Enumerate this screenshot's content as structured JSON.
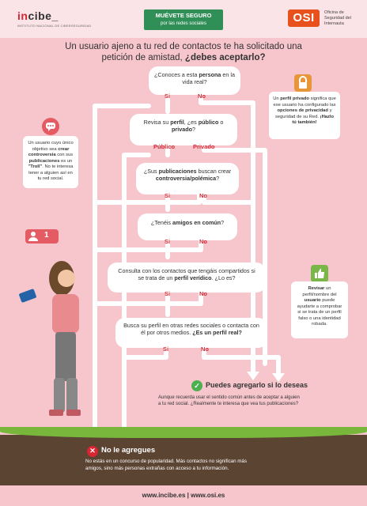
{
  "header": {
    "incibe_logo_prefix": "in",
    "incibe_logo_rest": "cibe_",
    "incibe_subtitle": "INSTITUTO NACIONAL DE CIBERSEGURIDAD",
    "badge_line1": "MUÉVETE SEGURO",
    "badge_line2": "por las redes sociales",
    "osi_logo": "OSI",
    "osi_subtitle": "Oficina de Seguridad del Internauta"
  },
  "title": {
    "line1": "Un usuario ajeno a tu red de contactos te ha solicitado una",
    "line2_plain": "petición de amistad, ",
    "line2_bold": "¿debes aceptarlo?"
  },
  "questions": [
    {
      "text_a": "¿Conoces a esta ",
      "text_b": "persona",
      "text_c": " en la vida real?",
      "yes": "Si",
      "no": "No"
    },
    {
      "text_a": "Revisa su ",
      "text_b": "perfil",
      "text_c": ", ¿es ",
      "text_d": "público",
      "text_e": " o ",
      "text_f": "privado",
      "text_g": "?",
      "yes": "Público",
      "no": "Privado"
    },
    {
      "text_a": "¿Sus ",
      "text_b": "publicaciones",
      "text_c": " buscan crear ",
      "text_d": "controversia/polémica",
      "text_e": "?",
      "yes": "Si",
      "no": "No"
    },
    {
      "text_a": "¿Tenéis ",
      "text_b": "amigos en común",
      "text_c": "?",
      "yes": "Si",
      "no": "No"
    },
    {
      "text_a": "Consulta con los contactos que tengáis compartidos si se trata de un ",
      "text_b": "perfil verídico",
      "text_c": ". ¿Lo es?",
      "yes": "Si",
      "no": "No"
    },
    {
      "text_a": "Busca su perfil en otras redes sociales o contacta con él por otros medios. ",
      "text_b": "¿Es un perfil real?",
      "yes": "Si",
      "no": "No"
    }
  ],
  "side_notes": {
    "troll": {
      "a": "Un usuario cuyo único objetivo sea ",
      "b": "crear controversia",
      "c": " con sus ",
      "d": "publicaciones",
      "e": " es un ",
      "f": "\"Troll\"",
      "g": ". No te interesa tener a alguien así en tu red social."
    },
    "private": {
      "a": "Un ",
      "b": "perfil privado",
      "c": " significa que ese usuario ha configurado las ",
      "d": "opciones de privacidad",
      "e": " y seguridad de su Red. ",
      "f": "¡Hazlo tú también!"
    },
    "review": {
      "a": "Revisar",
      "b": " un perfil/nombre del ",
      "c": "usuario",
      "d": " puede ayudarte a comprobar si se trata de un perfil falso o una identidad robada."
    },
    "notification_count": "1"
  },
  "outcomes": {
    "accept_title": "Puedes agregarlo si lo deseas",
    "accept_sub": "Aunque recuerda usar el sentido común antes de aceptar a alguien a tu red social. ¿Realmente te interesa que vea tus publicaciones?",
    "reject_title": "No le agregues",
    "reject_sub": "No estás en un concurso de popularidad. Más contactos no significan más amigos, sino más personas extrañas con acceso a tu información."
  },
  "footer": {
    "text": "www.incibe.es  |  www.osi.es"
  },
  "colors": {
    "background": "#f6c6cc",
    "accent_red": "#d72631",
    "accent_green": "#2f8f57",
    "osi_orange": "#e8501c",
    "ground": "#5c4433"
  }
}
